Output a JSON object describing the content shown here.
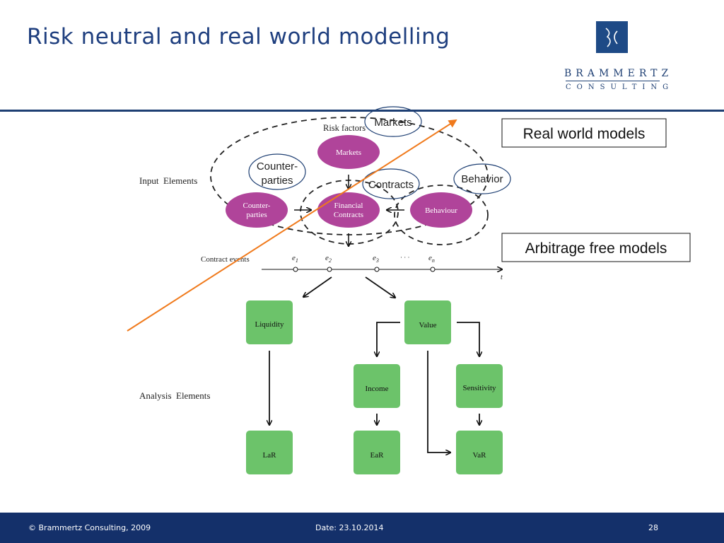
{
  "title": "Risk neutral and real world modelling",
  "logo": {
    "name_line1": "BRAMMERTZ",
    "name_line2": "CONSULTING"
  },
  "diagram": {
    "risk_factors": "Risk factors",
    "input_elements": "Input  Elements",
    "analysis_elements": "Analysis  Elements",
    "contract_events": "Contract events",
    "inputs": {
      "markets": "Markets",
      "counterparties_1": "Counter-",
      "counterparties_2": "parties",
      "financial_1": "Financial",
      "financial_2": "Contracts",
      "behaviour": "Behaviour"
    },
    "events": [
      "e",
      "e",
      "e",
      "e"
    ],
    "event_subs": [
      "1",
      "2",
      "3",
      "n"
    ],
    "ellipsis": "· · ·",
    "axis_label": "t",
    "analysis": {
      "liquidity": "Liquidity",
      "value": "Value",
      "income": "Income",
      "sensitivity": "Sensitivity",
      "lar": "LaR",
      "ear": "EaR",
      "var": "VaR"
    },
    "overlays": {
      "markets": "Markets",
      "counter_1": "Counter-",
      "counter_2": "parties",
      "contracts": "Contracts",
      "behavior": "Behavior"
    },
    "real_world": "Real world models",
    "arbitrage_free": "Arbitrage free models"
  },
  "colors": {
    "title": "#1f3f7f",
    "footer": "#14306a",
    "input_node": "#b0449a",
    "analysis_node": "#6cc36a",
    "diagonal": "#f07a1c"
  },
  "footer": {
    "copyright": "© Brammertz Consulting, 2009",
    "date": "Date: 23.10.2014",
    "page": "28"
  }
}
